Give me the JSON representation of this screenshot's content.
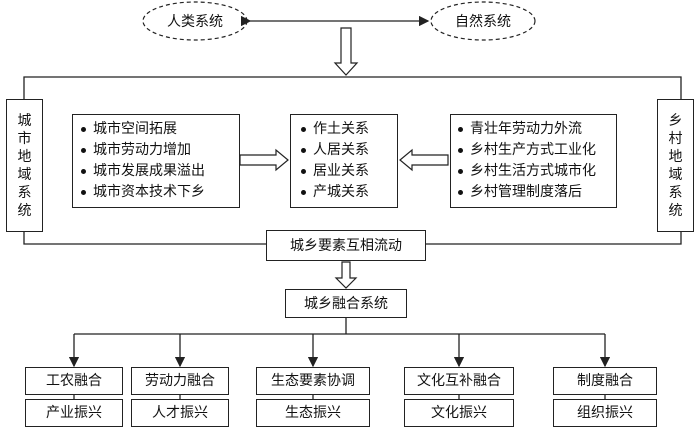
{
  "top": {
    "human_system": "人类系统",
    "natural_system": "自然系统"
  },
  "side": {
    "urban": [
      "城",
      "市",
      "地",
      "域",
      "系",
      "统"
    ],
    "rural": [
      "乡",
      "村",
      "地",
      "域",
      "系",
      "统"
    ]
  },
  "urban_factors": [
    "城市空间拓展",
    "城市劳动力增加",
    "城市发展成果溢出",
    "城市资本技术下乡"
  ],
  "relations": [
    "作土关系",
    "人居关系",
    "居业关系",
    "产城关系"
  ],
  "rural_factors": [
    "青壮年劳动力外流",
    "乡村生产方式工业化",
    "乡村生活方式城市化",
    "乡村管理制度落后"
  ],
  "flow": "城乡要素互相流动",
  "integration": "城乡融合系统",
  "fusions": [
    {
      "fusion": "工农融合",
      "revival": "产业振兴"
    },
    {
      "fusion": "劳动力融合",
      "revival": "人才振兴"
    },
    {
      "fusion": "生态要素协调",
      "revival": "生态振兴"
    },
    {
      "fusion": "文化互补融合",
      "revival": "文化振兴"
    },
    {
      "fusion": "制度融合",
      "revival": "组织振兴"
    }
  ]
}
